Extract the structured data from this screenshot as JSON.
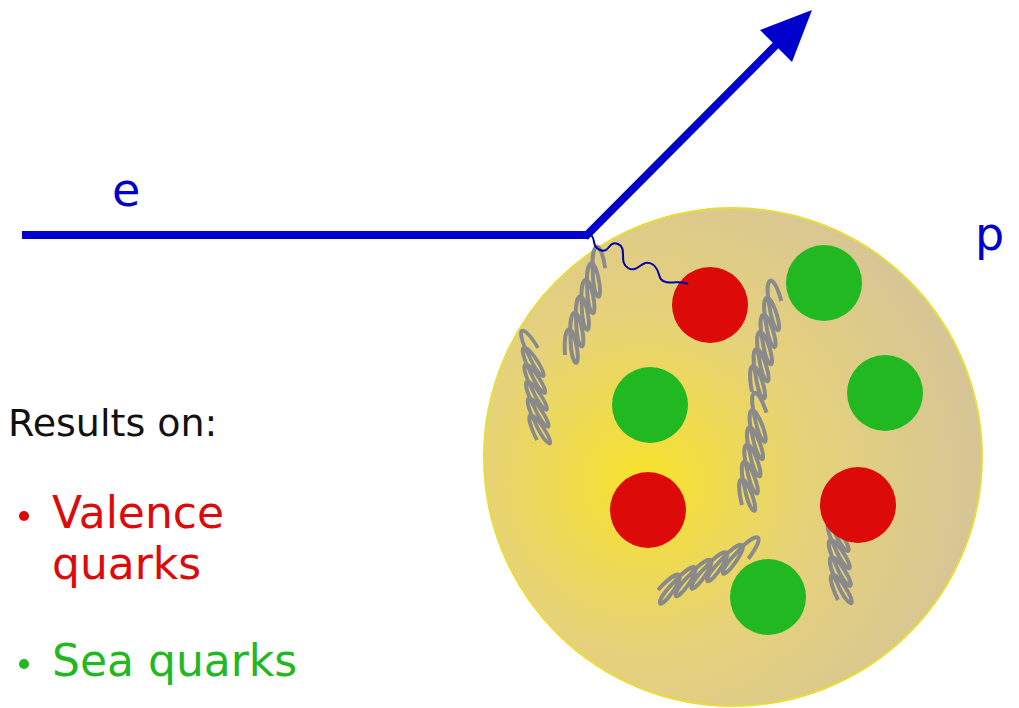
{
  "diagram": {
    "labels": [
      "e",
      "p",
      "Results on:",
      "Valence quarks",
      "Sea quarks"
    ]
  }
}
